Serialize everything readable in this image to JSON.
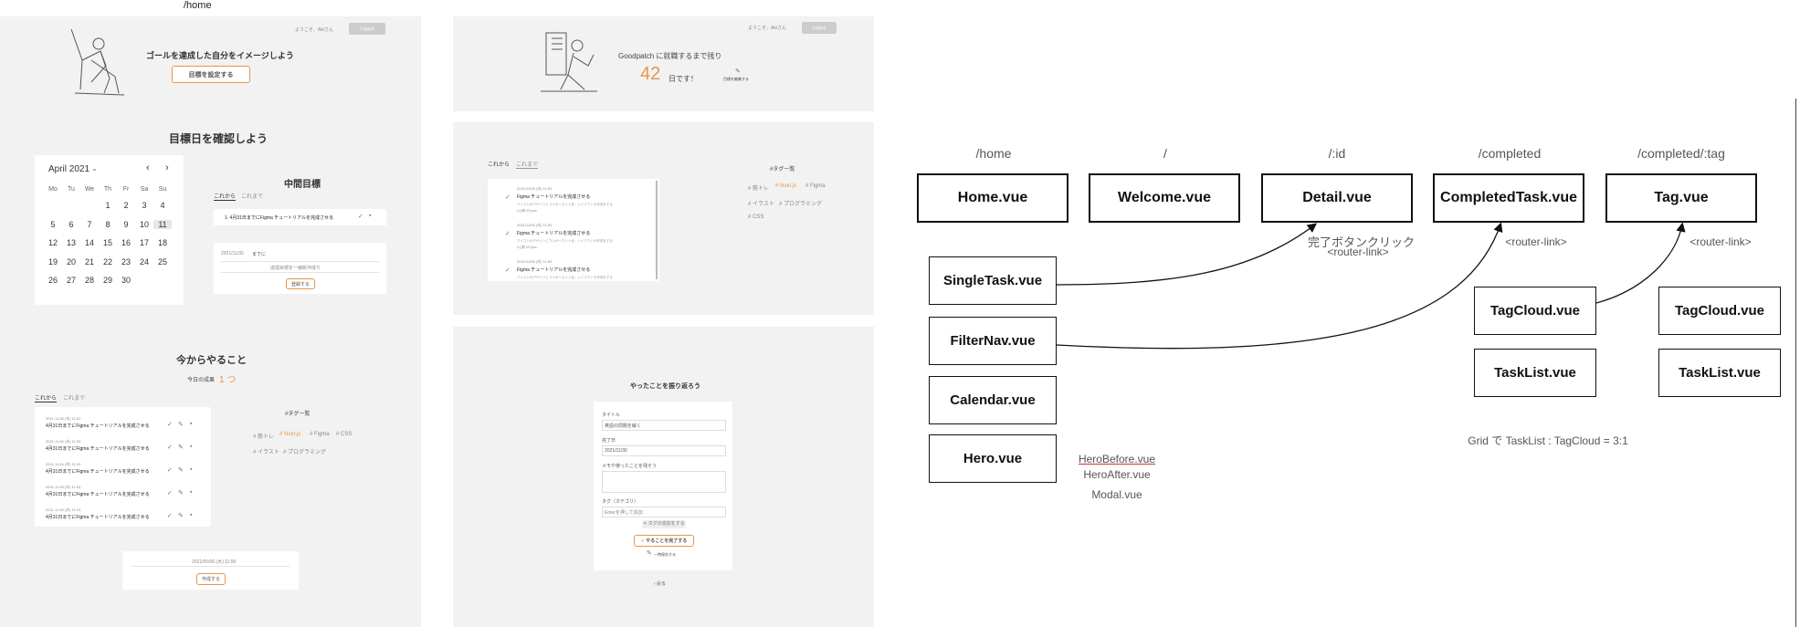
{
  "screen_label": "/home",
  "p1": {
    "welcome": "ようこそ、Akiさん",
    "logout": "Logout",
    "hero_text": "ゴールを達成した自分をイメージしよう",
    "set_goal_btn": "目標を設定する",
    "confirm_title": "目標日を確認しよう",
    "calendar": {
      "month": "April 2021",
      "chevron": "⌄",
      "prev": "‹",
      "next": "›",
      "weekdays": [
        "Mo",
        "Tu",
        "We",
        "Th",
        "Fr",
        "Sa",
        "Su"
      ],
      "rows": [
        [
          "",
          "",
          "",
          "1",
          "2",
          "3",
          "4"
        ],
        [
          "5",
          "6",
          "7",
          "8",
          "9",
          "10",
          "11"
        ],
        [
          "12",
          "13",
          "14",
          "15",
          "16",
          "17",
          "18"
        ],
        [
          "19",
          "20",
          "21",
          "22",
          "23",
          "24",
          "25"
        ],
        [
          "26",
          "27",
          "28",
          "29",
          "30",
          "",
          ""
        ]
      ]
    },
    "mid_title": "中間目標",
    "tab_from": "これから",
    "tab_until": "これまで",
    "mid_item": "1. 4月31日までにFigma チュートリアルを完成させる",
    "mid_date": "2021/11/30",
    "mid_made": "までに",
    "mid_placeholder": "達成目標を一緒新作成り",
    "mid_btn": "登録する",
    "now_title": "今からやること",
    "today_label": "今日の成果",
    "today_count": "1 つ",
    "tasks": [
      {
        "date": "2021.11.06 (木) 11:00",
        "text": "4月31日までにFigma チュートリアルを完成させる"
      },
      {
        "date": "2021.11.06 (木) 11:00",
        "text": "4月31日までにFigma チュートリアルを完成させる"
      },
      {
        "date": "2021.11.06 (木) 11:00",
        "text": "4月31日までにFigma チュートリアルを完成させる"
      },
      {
        "date": "2021.11.06 (木) 11:00",
        "text": "4月31日までにFigma チュートリアルを完成させる"
      },
      {
        "date": "2021.11.06 (木) 11:00",
        "text": "4月31日までにFigma チュートリアルを完成させる"
      }
    ],
    "tag_title": "#タグ一覧",
    "tags": [
      "# 筋トレ",
      "# Nuxt.js",
      "# Figma",
      "# CSS",
      "# イラスト",
      "# プログラミング"
    ],
    "bottom_date": "2021/05/06 (木) 11:00",
    "bottom_btn": "作成する"
  },
  "p2": {
    "welcome": "ようこそ、Akiさん",
    "logout": "Logout",
    "countdown_text": "Goodpatch に就職するまで残り",
    "days": "42",
    "days_suffix": "日です！",
    "edit_label": "目標を編集する"
  },
  "p3": {
    "tab_from": "これから",
    "tab_until": "これまで",
    "tasks": [
      {
        "date": "2021/11/06 (木) 11:00",
        "title": "Figma チュートリアルを完成させる",
        "memo": "アイコンのデザインとコンポーネント化、レイアウトの作成をする",
        "tag": "#公開 #Figma"
      },
      {
        "date": "2021/11/06 (木) 11:00",
        "title": "Figma チュートリアルを完成させる",
        "memo": "アイコンのデザインとコンポーネント化、レイアウトの作成をする",
        "tag": "#公開 #Figma"
      },
      {
        "date": "2021/11/06 (木) 11:00",
        "title": "Figma チュートリアルを完成させる",
        "memo": "アイコンのデザインとコンポーネント化、レイアウトの作成をする",
        "tag": ""
      }
    ],
    "tag_title": "#タグ一覧",
    "tags": [
      "# 筋トレ",
      "# Nuxt.js",
      "# Figma",
      "# イラスト",
      "# プログラミング",
      "# CSS"
    ]
  },
  "p4": {
    "title": "やったことを振り返ろう",
    "label_title": "タイトル",
    "value_title": "英語の問題を解く",
    "label_date": "完了日",
    "value_date": "2021/11/30",
    "label_memo": "メモや使ったことを残そう",
    "label_tag": "タグ（カテゴリ）",
    "tag_placeholder": "Enterを押して追加",
    "tag_chip": "✕ タグの追加をする",
    "complete_btn": "✓ やることを完了する",
    "draft": "一時保存する",
    "back": "‹ 戻る"
  },
  "diagram": {
    "routes": [
      "/home",
      "/",
      "/:id",
      "/completed",
      "/completed/:tag"
    ],
    "views": [
      "Home.vue",
      "Welcome.vue",
      "Detail.vue",
      "CompletedTask.vue",
      "Tag.vue"
    ],
    "home_components": [
      "SingleTask.vue",
      "FilterNav.vue",
      "Calendar.vue",
      "Hero.vue"
    ],
    "completed_components": [
      "TagCloud.vue",
      "TaskList.vue"
    ],
    "tag_components": [
      "TagCloud.vue",
      "TaskList.vue"
    ],
    "note_complete": "完了ボタンクリック",
    "note_router1": "<router-link>",
    "note_router2": "<router-link>",
    "note_router3": "<router-link>",
    "hero_variants": [
      "HeroBefore.vue",
      "HeroAfter.vue",
      "Modal.vue"
    ],
    "grid_note": "Grid で TaskList : TagCloud = 3:1"
  }
}
